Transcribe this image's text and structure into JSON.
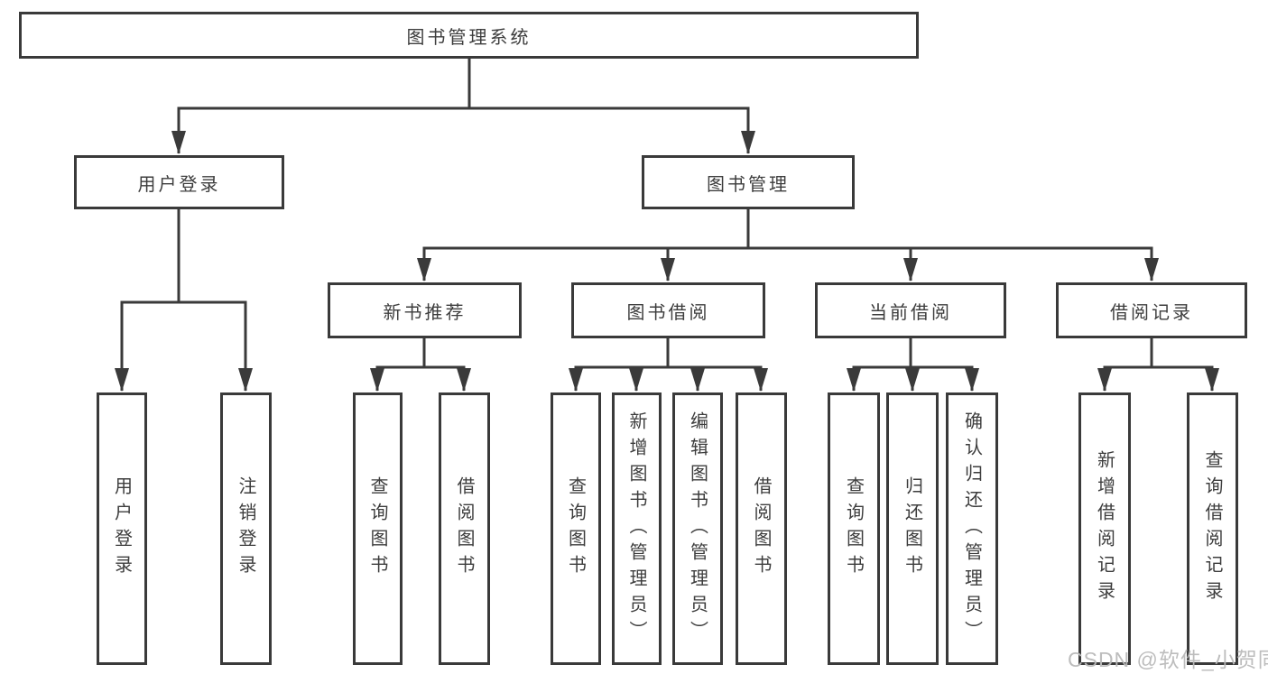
{
  "root": {
    "label": "图书管理系统"
  },
  "level2": [
    {
      "label": "用户登录"
    },
    {
      "label": "图书管理"
    }
  ],
  "level3": [
    {
      "label": "新书推荐"
    },
    {
      "label": "图书借阅"
    },
    {
      "label": "当前借阅"
    },
    {
      "label": "借阅记录"
    }
  ],
  "leaves": {
    "user_login": [
      "用户登录",
      "注销登录"
    ],
    "new_book": [
      "查询图书",
      "借阅图书"
    ],
    "book_borrow": [
      "查询图书",
      "新增图书（管理员）",
      "编辑图书（管理员）",
      "借阅图书"
    ],
    "current_borrow": [
      "查询图书",
      "归还图书",
      "确认归还（管理员）"
    ],
    "borrow_record": [
      "新增借阅记录",
      "查询借阅记录"
    ]
  },
  "watermark": "CSDN @软件_小贺同学",
  "colors": {
    "line": "#3a3a3a",
    "text": "#3d3d3d",
    "watermark": "#b9b9b9",
    "background": "#ffffff"
  }
}
